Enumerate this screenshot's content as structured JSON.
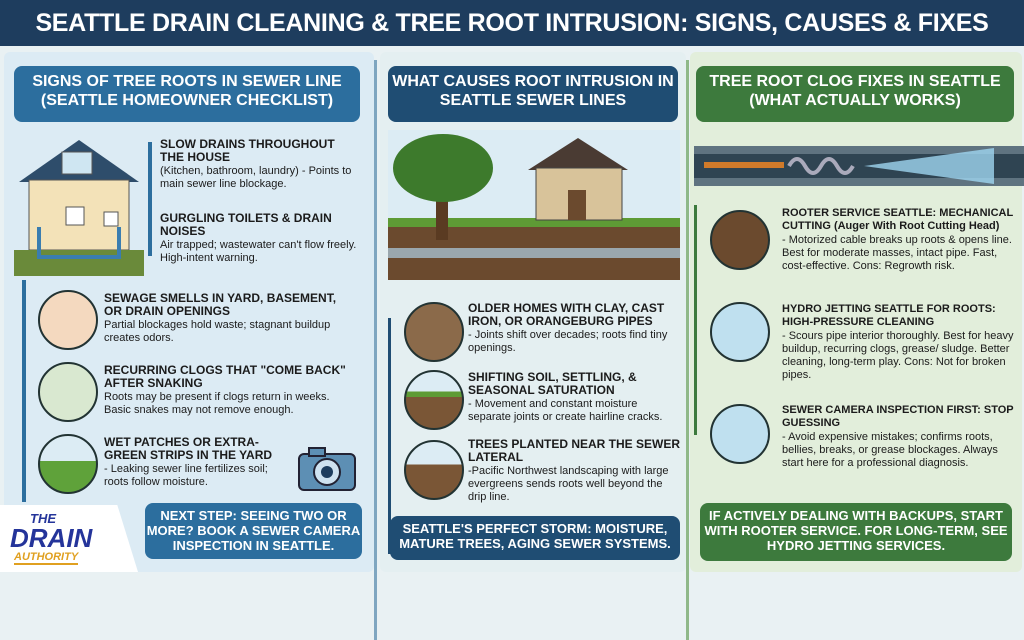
{
  "title": "SEATTLE DRAIN CLEANING & TREE ROOT INTRUSION: SIGNS, CAUSES & FIXES",
  "colors": {
    "title_bg": "#1e3d5e",
    "left_accent": "#2c6e9e",
    "mid_accent": "#1f4d73",
    "right_accent": "#3d7a3d"
  },
  "left": {
    "heading": "SIGNS OF TREE ROOTS IN SEWER LINE (SEATTLE HOMEOWNER CHECKLIST)",
    "items": [
      {
        "title": "SLOW DRAINS THROUGHOUT THE HOUSE",
        "desc": "(Kitchen, bathroom, laundry) - Points to main sewer line blockage.",
        "icon": "house-plumbing-icon"
      },
      {
        "title": "GURGLING TOILETS & DRAIN NOISES",
        "desc": "Air trapped; wastewater can't flow freely. High-intent warning.",
        "icon": "toilet-icon"
      },
      {
        "title": "SEWAGE SMELLS IN YARD, BASEMENT, OR DRAIN OPENINGS",
        "desc": "Partial blockages hold waste; stagnant buildup creates odors.",
        "icon": "nose-icon"
      },
      {
        "title": "RECURRING CLOGS THAT \"COME BACK\" AFTER SNAKING",
        "desc": "Roots may be present if clogs return in weeks. Basic snakes may not remove enough.",
        "icon": "drain-snake-icon"
      },
      {
        "title": "WET PATCHES OR EXTRA-GREEN STRIPS IN THE YARD",
        "desc": "- Leaking sewer line fertilizes soil; roots follow moisture.",
        "icon": "grass-icon"
      }
    ],
    "cta": "NEXT STEP: SEEING TWO OR MORE? BOOK A SEWER CAMERA INSPECTION IN SEATTLE."
  },
  "logo": {
    "line1": "THE",
    "line2": "DRAIN",
    "line3": "AUTHORITY"
  },
  "middle": {
    "heading": "WHAT CAUSES ROOT INTRUSION IN SEATTLE SEWER LINES",
    "items": [
      {
        "title": "OLDER HOMES WITH CLAY, CAST IRON, OR ORANGEBURG PIPES",
        "desc": "- Joints shift over decades; roots find tiny openings.",
        "icon": "pipes-icon"
      },
      {
        "title": "SHIFTING SOIL, SETTLING, & SEASONAL SATURATION",
        "desc": "- Movement and constant moisture separate joints or create hairline cracks.",
        "icon": "soil-crack-icon"
      },
      {
        "title": "TREES PLANTED NEAR THE SEWER LATERAL",
        "desc": "-Pacific Northwest landscaping with large evergreens sends roots well beyond the drip line.",
        "icon": "tree-roots-icon"
      }
    ],
    "cta": "SEATTLE'S PERFECT STORM: MOISTURE, MATURE TREES, AGING SEWER SYSTEMS."
  },
  "right": {
    "heading": "TREE ROOT CLOG FIXES IN SEATTLE (WHAT ACTUALLY WORKS)",
    "items": [
      {
        "title": "ROOTER SERVICE SEATTLE: MECHANICAL CUTTING (Auger With Root Cutting Head)",
        "desc": "- Motorized cable breaks up roots & opens line. Best for moderate masses, intact pipe. Fast, cost-effective. Cons: Regrowth risk.",
        "icon": "auger-icon"
      },
      {
        "title": "HYDRO JETTING SEATTLE FOR ROOTS: HIGH-PRESSURE CLEANING",
        "desc": "- Scours pipe interior thoroughly. Best for heavy buildup, recurring clogs, grease/ sludge. Better cleaning, long-term play. Cons: Not for broken pipes.",
        "icon": "water-jet-icon"
      },
      {
        "title": "SEWER CAMERA INSPECTION FIRST: STOP GUESSING",
        "desc": "- Avoid expensive mistakes; confirms roots, bellies, breaks, or grease blockages. Always start here for a professional diagnosis.",
        "icon": "camera-monitor-icon"
      }
    ],
    "cta": "IF ACTIVELY DEALING WITH BACKUPS, START WITH ROOTER SERVICE. FOR LONG-TERM, SEE HYDRO JETTING SERVICES."
  }
}
